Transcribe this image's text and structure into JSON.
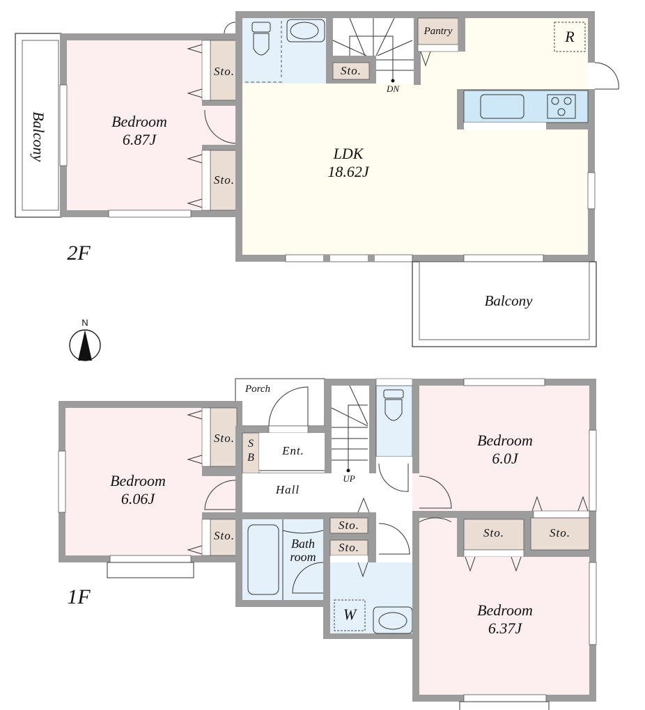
{
  "colors": {
    "wall": "#9c9c9c",
    "bedroom": "#fdeef0",
    "ldk": "#fefdf0",
    "wet": "#e4f0fa",
    "kitchen": "#cfe8f8",
    "storage": "#e9ddd4",
    "line": "#333333"
  },
  "floor2": {
    "label": "2F",
    "bedroom": {
      "name": "Bedroom",
      "size": "6.87J"
    },
    "balcony_west": "Balcony",
    "storage_1": "Sto.",
    "storage_2": "Sto.",
    "storage_stair": "Sto.",
    "pantry": "Pantry",
    "fridge": "R",
    "stairs_dir": "DN",
    "ldk": {
      "name": "LDK",
      "size": "18.62J"
    },
    "balcony_south": "Balcony"
  },
  "compass": {
    "label": "N"
  },
  "floor1": {
    "label": "1F",
    "porch": "Porch",
    "shoe_box_s": "S",
    "shoe_box_b": "B",
    "entrance": "Ent.",
    "hall": "Hall",
    "stairs_dir": "UP",
    "bedroom_west": {
      "name": "Bedroom",
      "size": "6.06J"
    },
    "storage_w1": "Sto.",
    "storage_w2": "Sto.",
    "bath_line1": "Bath",
    "bath_line2": "room",
    "storage_c1": "Sto.",
    "storage_c2": "Sto.",
    "washer": "W",
    "bedroom_ne": {
      "name": "Bedroom",
      "size": "6.0J"
    },
    "storage_e1": "Sto.",
    "storage_e2": "Sto.",
    "bedroom_se": {
      "name": "Bedroom",
      "size": "6.37J"
    }
  }
}
